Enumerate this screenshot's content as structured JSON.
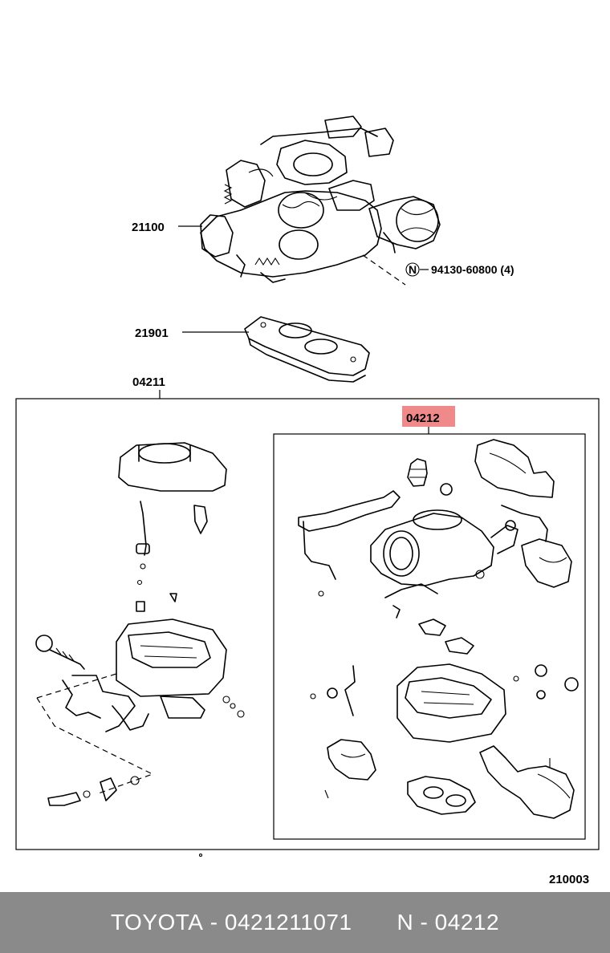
{
  "diagram": {
    "labels": {
      "carburetor": "21100",
      "nut": "94130-60800 (4)",
      "nut_symbol": "N",
      "gasket_plate": "21901",
      "outer_kit": "04211",
      "inner_kit": "04212",
      "illustration_code": "210003"
    },
    "highlight_color": "#f08a8a"
  },
  "footer": {
    "brand": "TOYOTA",
    "separator": " - ",
    "part_number": "0421211071",
    "ref_prefix": "N",
    "ref_code": "04212"
  }
}
